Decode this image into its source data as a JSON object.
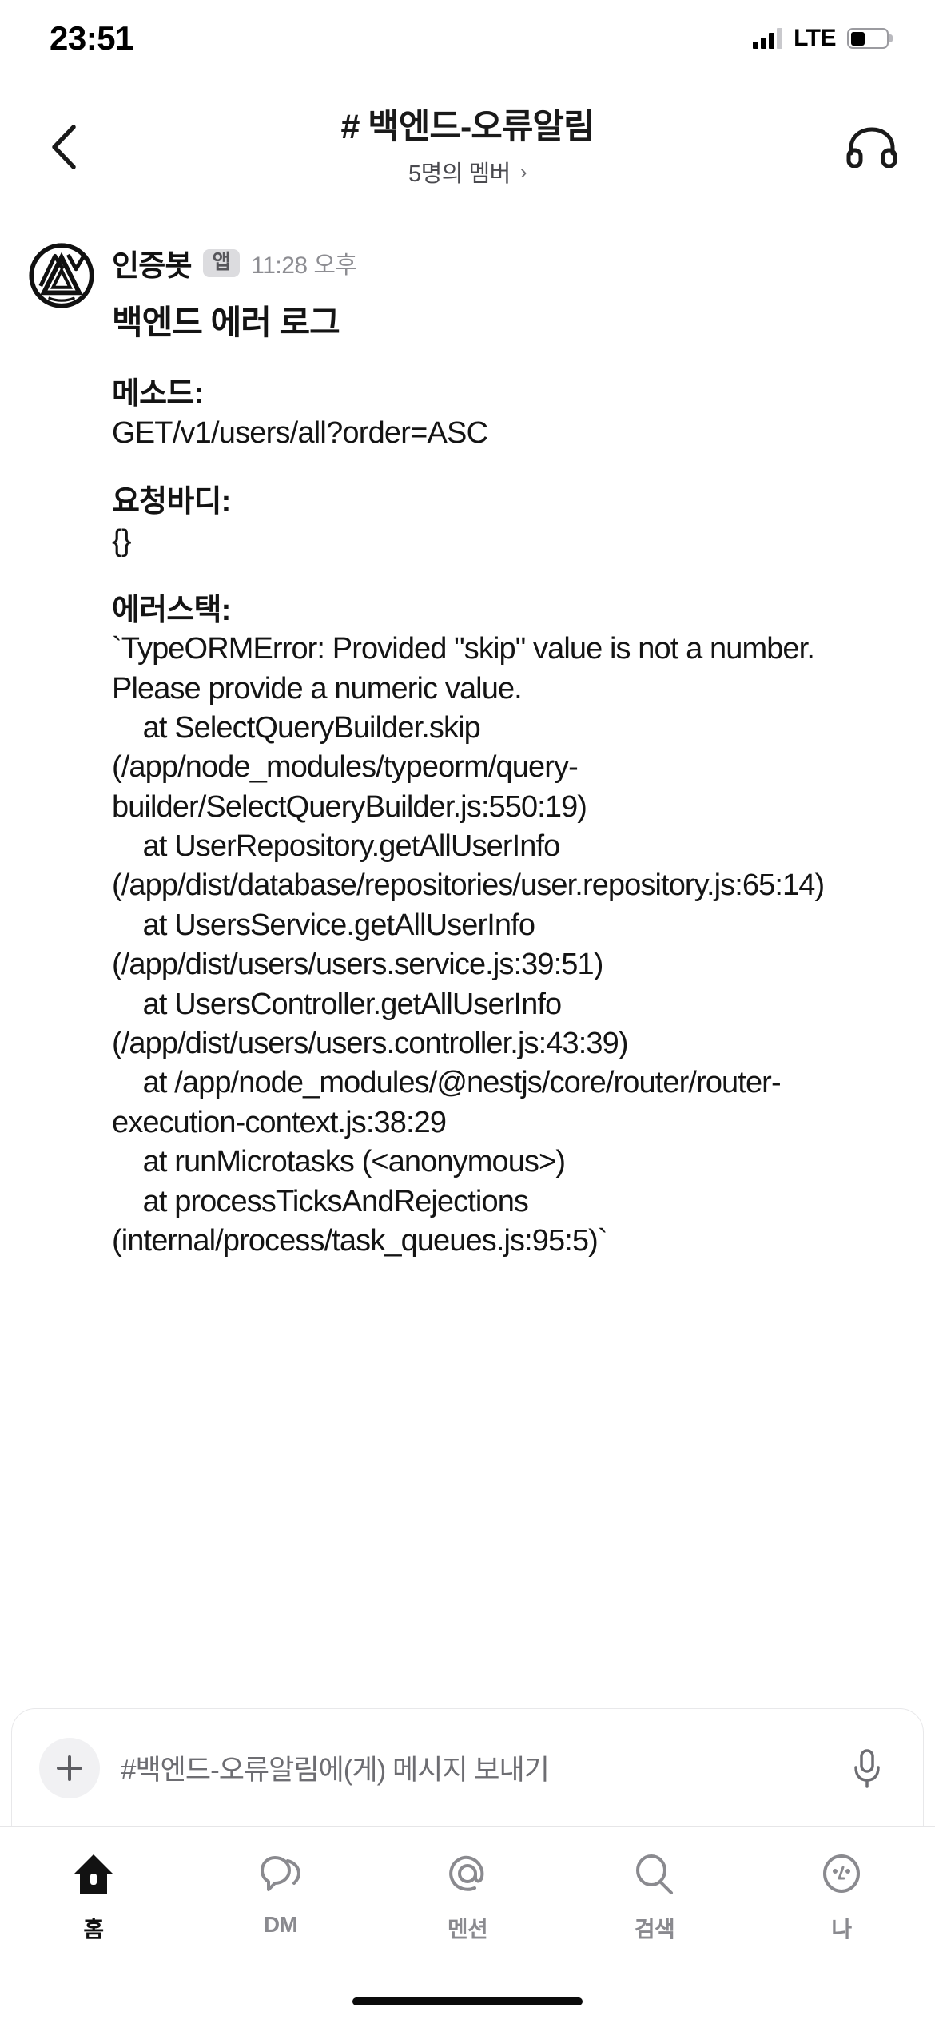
{
  "status_bar": {
    "time": "23:51",
    "network_label": "LTE",
    "signal_icon": "signal-bars-icon",
    "battery_icon": "battery-icon"
  },
  "header": {
    "back_icon": "chevron-left-icon",
    "title": "# 백엔드-오류알림",
    "subtitle": "5명의 멤버",
    "subtitle_chevron": "›",
    "right_icon": "headphones-icon"
  },
  "message": {
    "avatar_name": "hongik-univ-logo-avatar",
    "author": "인증봇",
    "badge": "앱",
    "timestamp": "11:28 오후",
    "title": "백엔드 에러 로그",
    "sections": [
      {
        "label": "메소드:",
        "value": "GET/v1/users/all?order=ASC"
      },
      {
        "label": "요청바디:",
        "value": "{}"
      }
    ],
    "stack_label": "에러스택:",
    "stack_trace": "`TypeORMError: Provided \"skip\" value is not a number. Please provide a numeric value.\n    at SelectQueryBuilder.skip (/app/node_modules/typeorm/query-builder/SelectQueryBuilder.js:550:19)\n    at UserRepository.getAllUserInfo (/app/dist/database/repositories/user.repository.js:65:14)\n    at UsersService.getAllUserInfo (/app/dist/users/users.service.js:39:51)\n    at UsersController.getAllUserInfo (/app/dist/users/users.controller.js:43:39)\n    at /app/node_modules/@nestjs/core/router/router-execution-context.js:38:29\n    at runMicrotasks (<anonymous>)\n    at processTicksAndRejections (internal/process/task_queues.js:95:5)`"
  },
  "composer": {
    "add_icon": "plus-icon",
    "placeholder": "#백엔드-오류알림에(게) 메시지 보내기",
    "mic_icon": "microphone-icon"
  },
  "tabbar": {
    "items": [
      {
        "icon": "home-icon",
        "label": "홈",
        "active": true
      },
      {
        "icon": "dm-chat-icon",
        "label": "DM",
        "active": false
      },
      {
        "icon": "mention-at-icon",
        "label": "멘션",
        "active": false
      },
      {
        "icon": "search-icon",
        "label": "검색",
        "active": false
      },
      {
        "icon": "profile-face-icon",
        "label": "나",
        "active": false
      }
    ]
  },
  "colors": {
    "text_primary": "#141414",
    "text_secondary": "#8a8a8f",
    "badge_bg": "#dcdcdf",
    "divider": "#e6e6e8",
    "composer_bg": "#f1f1f3"
  }
}
